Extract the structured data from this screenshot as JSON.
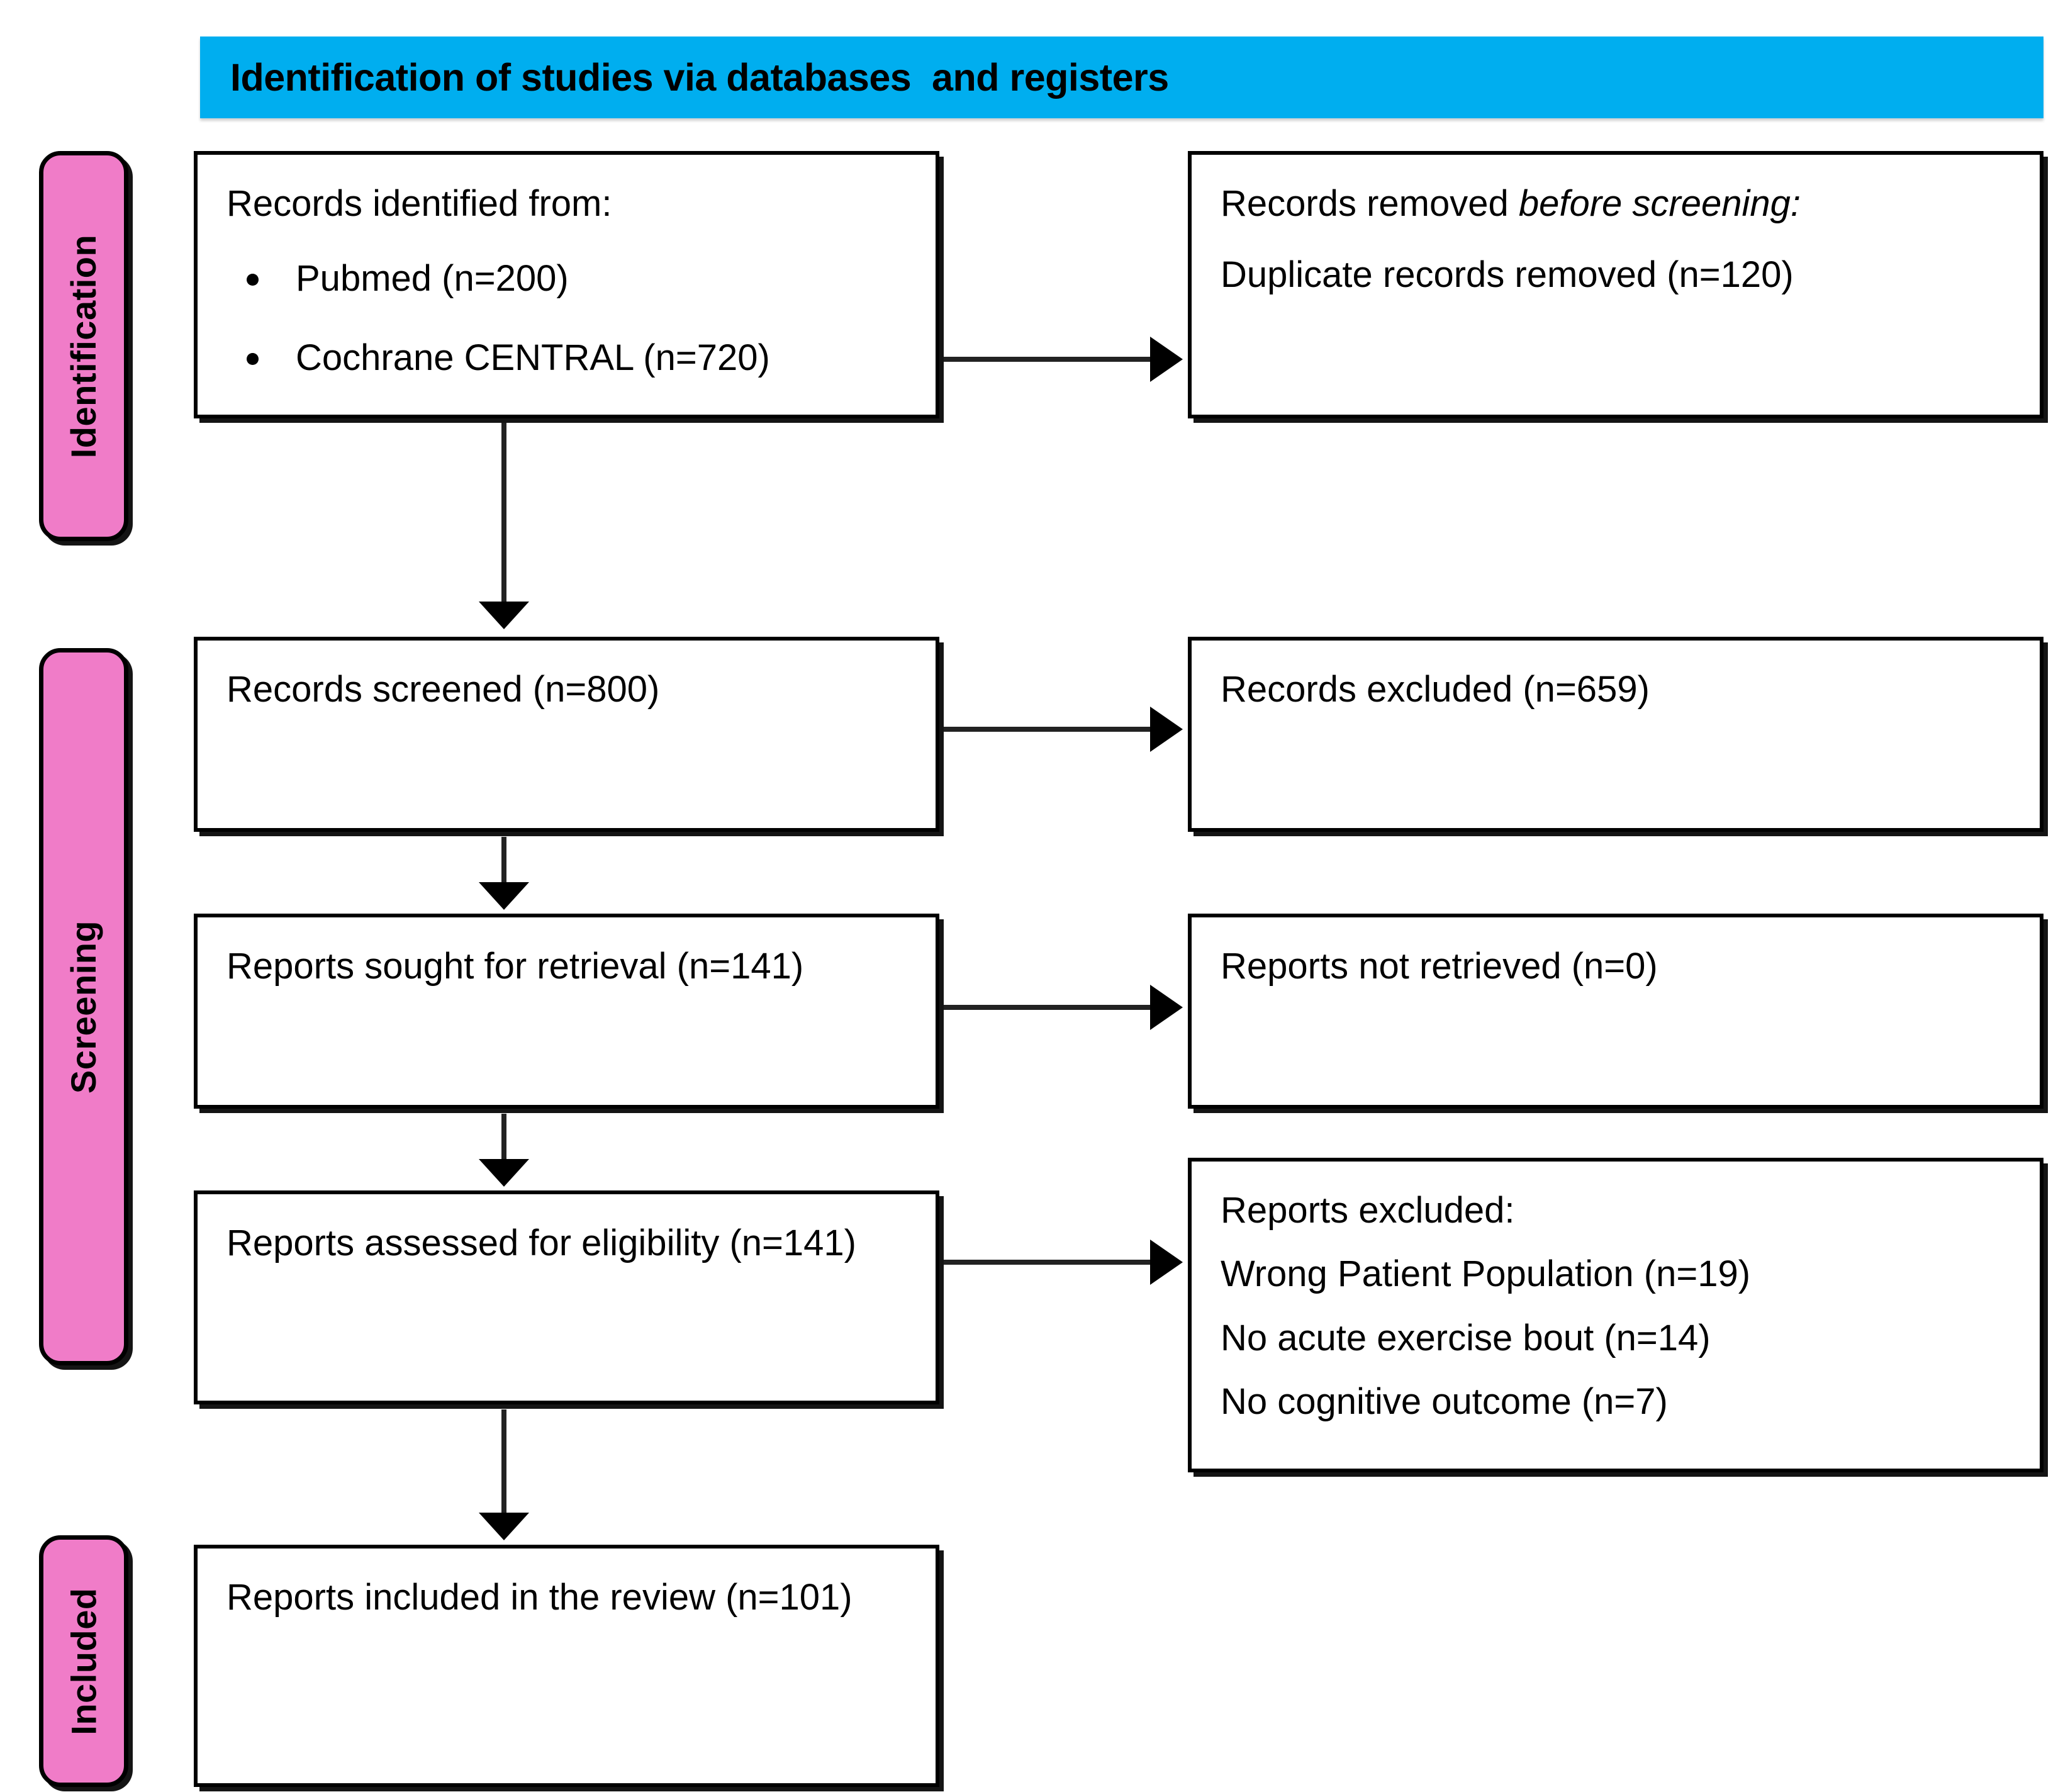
{
  "banner": {
    "title": "Identification of studies via databases  and registers",
    "color": "#00AEEF"
  },
  "stage_tabs": [
    {
      "id": "identification",
      "label": "Identification",
      "color": "#F07CC8"
    },
    {
      "id": "screening",
      "label": "Screening",
      "color": "#F07CC8"
    },
    {
      "id": "included",
      "label": "Included",
      "color": "#F07CC8"
    }
  ],
  "boxes": {
    "identified": {
      "heading": "Records identified from:",
      "bullets": [
        "Pubmed (n=200)",
        "Cochrane CENTRAL (n=720)"
      ]
    },
    "removed": {
      "line1_plain": "Records removed ",
      "line1_italic": "before screening:",
      "line2": "Duplicate records removed (n=120)"
    },
    "screened": {
      "text": "Records screened (n=800)"
    },
    "excluded": {
      "text": "Records excluded (n=659)"
    },
    "sought": {
      "text": "Reports sought for retrieval (n=141)"
    },
    "not_retrieved": {
      "text": "Reports not retrieved (n=0)"
    },
    "assessed": {
      "text": "Reports assessed for eligibility (n=141)"
    },
    "reports_excluded": {
      "heading": "Reports excluded:",
      "reasons": [
        "Wrong Patient Population (n=19)",
        "No acute exercise bout (n=14)",
        "No cognitive outcome (n=7)"
      ]
    },
    "included": {
      "text": "Reports included in the review (n=101)"
    }
  }
}
